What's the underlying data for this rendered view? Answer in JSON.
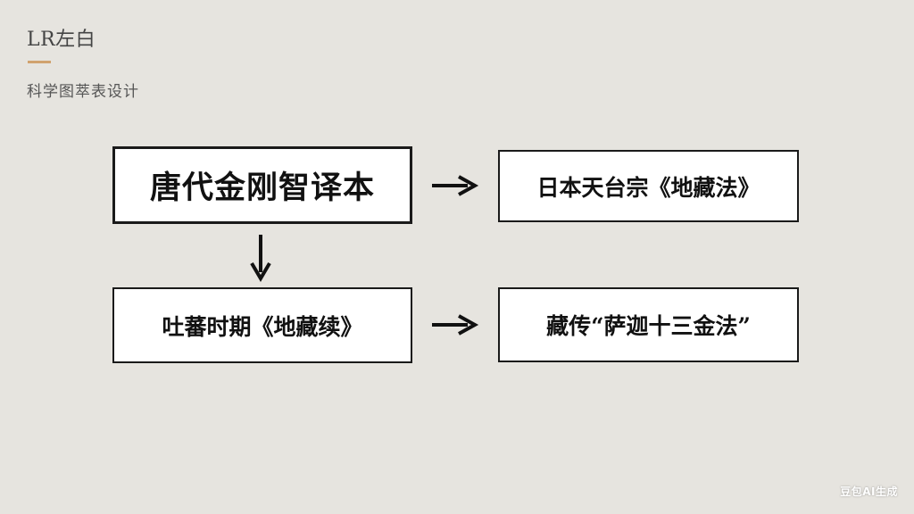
{
  "header": {
    "brand": "LR左白",
    "subtitle": "科学图萃表设计"
  },
  "nodes": {
    "a": "唐代金刚智译本",
    "b": "日本天台宗《地藏法》",
    "c": "吐蕃时期《地藏续》",
    "d": "藏传“萨迦十三金法”"
  },
  "edges": [
    {
      "from": "a",
      "to": "b",
      "direction": "right"
    },
    {
      "from": "a",
      "to": "c",
      "direction": "down"
    },
    {
      "from": "c",
      "to": "d",
      "direction": "right"
    }
  ],
  "colors": {
    "background": "#e6e4df",
    "accent_line": "#d0a26e",
    "box_fill": "#ffffff",
    "box_border": "#1a1a1a",
    "arrow": "#111111"
  },
  "watermark": "豆包AI生成"
}
